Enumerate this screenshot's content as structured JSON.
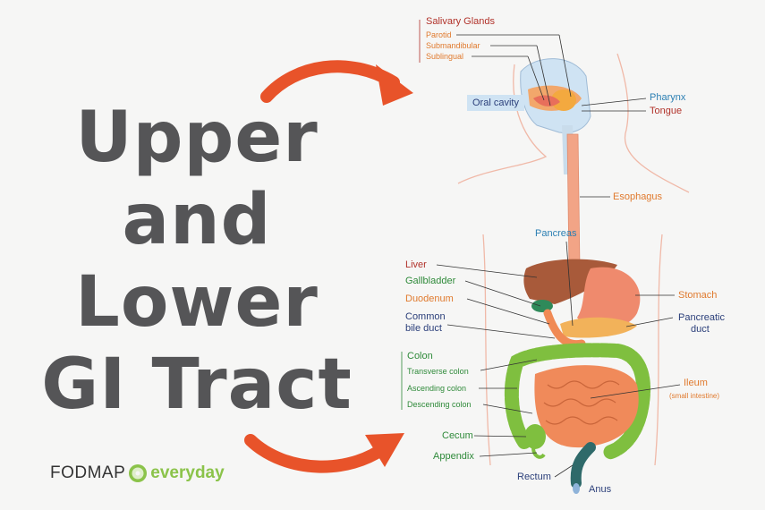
{
  "headline": [
    "Upper",
    "and",
    "Lower",
    "GI Tract"
  ],
  "labels": {
    "salivary_glands": "Salivary Glands",
    "parotid": "Parotid",
    "submandibular": "Submandibular",
    "sublingual": "Sublingual",
    "oral_cavity": "Oral cavity",
    "pharynx": "Pharynx",
    "tongue": "Tongue",
    "esophagus": "Esophagus",
    "pancreas": "Pancreas",
    "liver": "Liver",
    "gallbladder": "Gallbladder",
    "duodenum": "Duodenum",
    "common": "Common",
    "bile_duct": "bile duct",
    "stomach": "Stomach",
    "pancreatic": "Pancreatic",
    "duct": "duct",
    "colon": "Colon",
    "transverse_colon": "Transverse colon",
    "ascending_colon": "Ascending colon",
    "descending_colon": "Descending colon",
    "ileum": "Ileum",
    "small_intestine": "(small intestine)",
    "cecum": "Cecum",
    "appendix": "Appendix",
    "rectum": "Rectum",
    "anus": "Anus"
  },
  "logo": {
    "left": "FODMAP",
    "right": "everyday"
  },
  "colors": {
    "arrow": "#e8532a",
    "headline": "#555557",
    "logo_green": "#8bc34a"
  }
}
